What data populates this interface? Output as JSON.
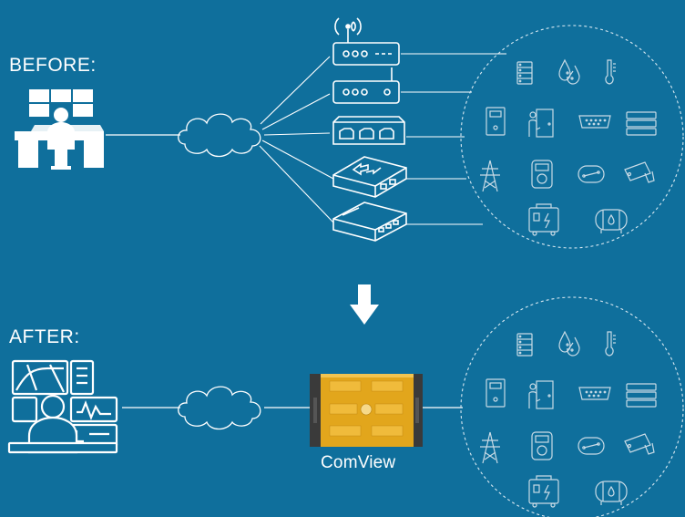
{
  "labels": {
    "before": "BEFORE:",
    "after": "AFTER:",
    "product": "ComView"
  },
  "colors": {
    "background": "#0f6f9c",
    "line": "#ffffff",
    "circle_border": "#d9e9f2",
    "device_icon": "#c9dbe6",
    "product_body": "#e2a61c",
    "product_edge": "#3a3a3a"
  },
  "before_gateways": [
    "wireless-router",
    "network-router",
    "network-switch",
    "protocol-converter",
    "serial-device-server"
  ],
  "field_devices": [
    "server-rack-icon",
    "humidity-icon",
    "thermometer-icon",
    "battery-cabinet-icon",
    "door-access-icon",
    "serial-port-icon",
    "network-switch-icon",
    "power-tower-icon",
    "electric-meter-icon",
    "breaker-icon",
    "security-camera-icon",
    "generator-icon",
    "fuel-tank-icon"
  ]
}
